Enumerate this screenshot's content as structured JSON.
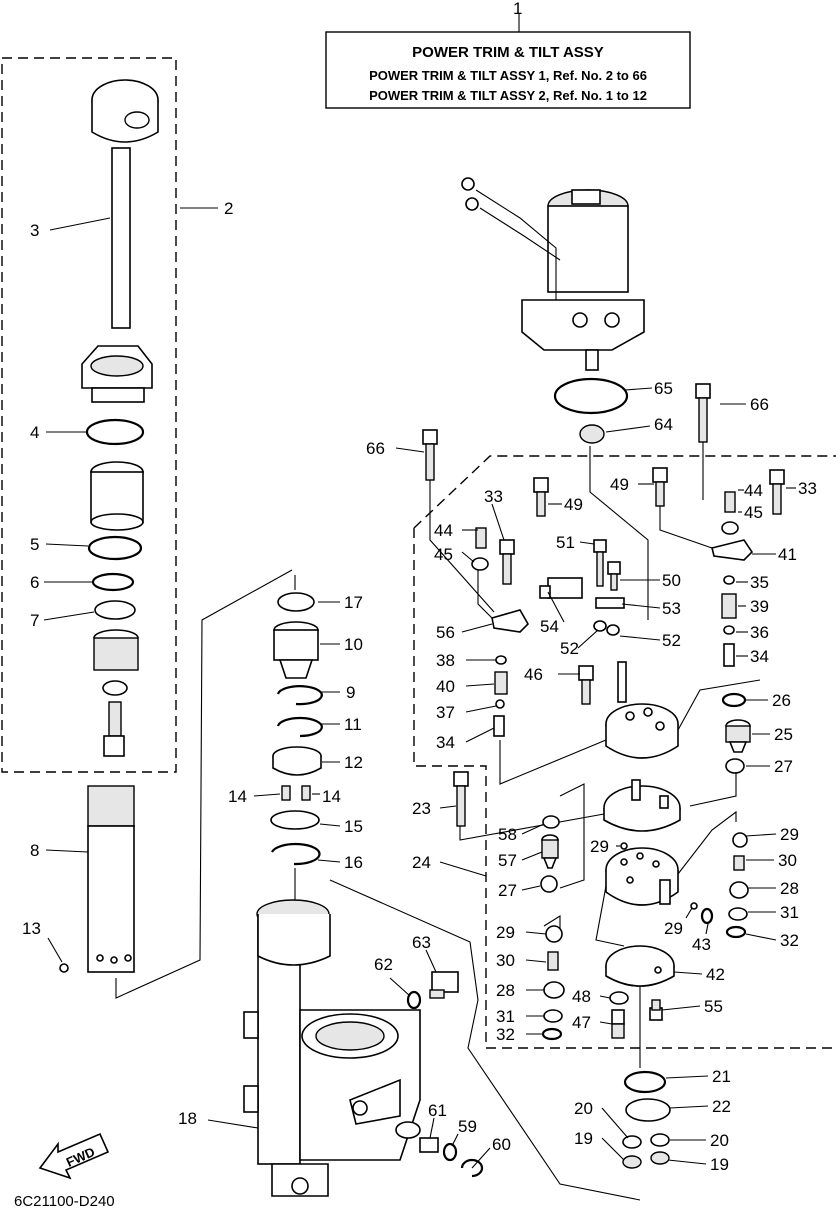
{
  "title_box": {
    "ref": "1",
    "heading": "POWER TRIM   & TILT ASSY",
    "line1": "POWER TRIM & TILT ASSY 1,  Ref. No. 2 to 66",
    "line2": "POWER TRIM & TILT ASSY 2,  Ref. No. 1 to 12"
  },
  "drawing_code": "6C21100-D240",
  "fwd_label": "FWD",
  "callouts": {
    "c2": "2",
    "c3": "3",
    "c4": "4",
    "c5": "5",
    "c6": "6",
    "c7": "7",
    "c8": "8",
    "c9": "9",
    "c10": "10",
    "c11": "11",
    "c12": "12",
    "c13": "13",
    "c14a": "14",
    "c14b": "14",
    "c15": "15",
    "c16": "16",
    "c17": "17",
    "c18": "18",
    "c19a": "19",
    "c19b": "19",
    "c20a": "20",
    "c20b": "20",
    "c21": "21",
    "c22": "22",
    "c23": "23",
    "c24": "24",
    "c25": "25",
    "c26": "26",
    "c27a": "27",
    "c27b": "27",
    "c28a": "28",
    "c28b": "28",
    "c29a": "29",
    "c29b": "29",
    "c29c": "29",
    "c29d": "29",
    "c30a": "30",
    "c30b": "30",
    "c31a": "31",
    "c31b": "31",
    "c32a": "32",
    "c32b": "32",
    "c33a": "33",
    "c33b": "33",
    "c34a": "34",
    "c34b": "34",
    "c35": "35",
    "c36": "36",
    "c37": "37",
    "c38": "38",
    "c39": "39",
    "c40": "40",
    "c41": "41",
    "c42": "42",
    "c43": "43",
    "c44a": "44",
    "c44b": "44",
    "c45a": "45",
    "c45b": "45",
    "c46": "46",
    "c47": "47",
    "c48": "48",
    "c49a": "49",
    "c49b": "49",
    "c50": "50",
    "c51": "51",
    "c52a": "52",
    "c52b": "52",
    "c53": "53",
    "c54": "54",
    "c55": "55",
    "c56": "56",
    "c57": "57",
    "c58": "58",
    "c59": "59",
    "c60": "60",
    "c61": "61",
    "c62": "62",
    "c63": "63",
    "c64": "64",
    "c65": "65",
    "c66a": "66",
    "c66b": "66"
  }
}
